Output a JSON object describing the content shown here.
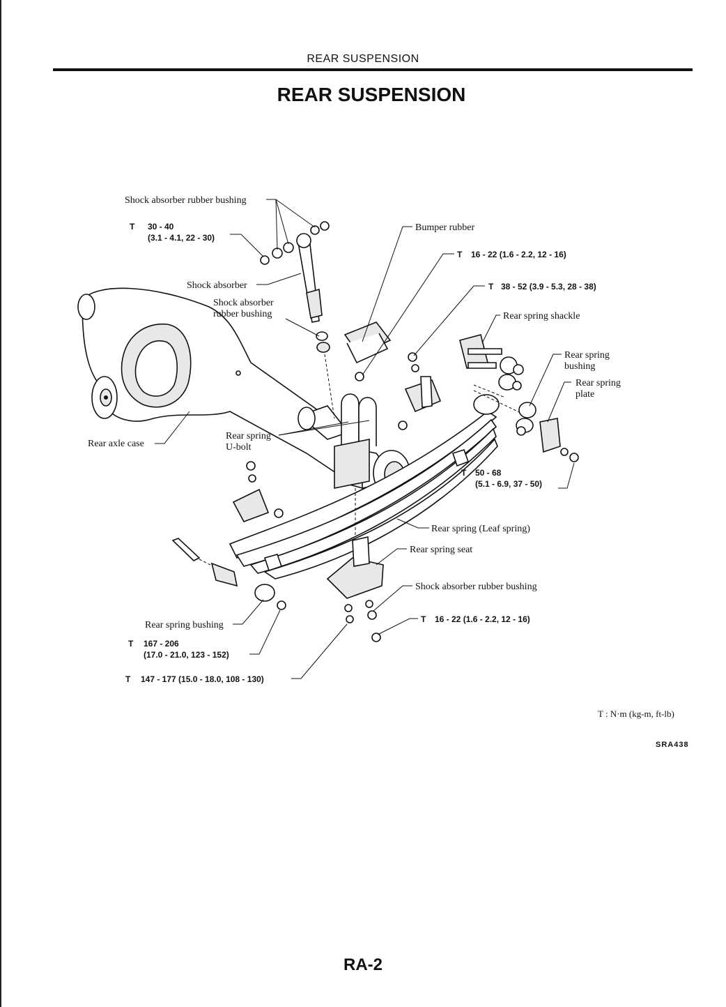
{
  "header": {
    "running_title": "REAR SUSPENSION"
  },
  "page_title": "REAR SUSPENSION",
  "labels": {
    "shock_bushing_top": "Shock absorber rubber bushing",
    "torque_top_1": "30 - 40",
    "torque_top_2": "(3.1 - 4.1, 22 - 30)",
    "shock_absorber": "Shock absorber",
    "shock_bushing_mid_1": "Shock absorber",
    "shock_bushing_mid_2": "rubber bushing",
    "bumper_rubber": "Bumper rubber",
    "torque_bumper": "16 - 22 (1.6 - 2.2, 12 - 16)",
    "torque_shackle": "38 - 52 (3.9 - 5.3, 28 - 38)",
    "rear_spring_shackle": "Rear spring shackle",
    "rear_spring_bushing_r_1": "Rear spring",
    "rear_spring_bushing_r_2": "bushing",
    "rear_spring_plate_1": "Rear spring",
    "rear_spring_plate_2": "plate",
    "rear_axle_case": "Rear axle case",
    "u_bolt_1": "Rear spring",
    "u_bolt_2": "U-bolt",
    "torque_plate_1": "50 - 68",
    "torque_plate_2": "(5.1 - 6.9, 37 - 50)",
    "leaf_spring": "Rear spring (Leaf spring)",
    "spring_seat": "Rear spring seat",
    "shock_bushing_bottom": "Shock absorber rubber bushing",
    "torque_bottom_shock": "16 - 22 (1.6 - 2.2, 12 - 16)",
    "rear_spring_bushing_l": "Rear spring bushing",
    "torque_front_pin_1": "167 - 206",
    "torque_front_pin_2": "(17.0 - 21.0, 123 - 152)",
    "torque_ubolt_nut": "147 - 177 (15.0 - 18.0, 108 - 130)",
    "torque_symbol": "T"
  },
  "legend": "T : N·m (kg-m, ft-lb)",
  "figure_code": "SRA438",
  "page_number": "RA-2"
}
